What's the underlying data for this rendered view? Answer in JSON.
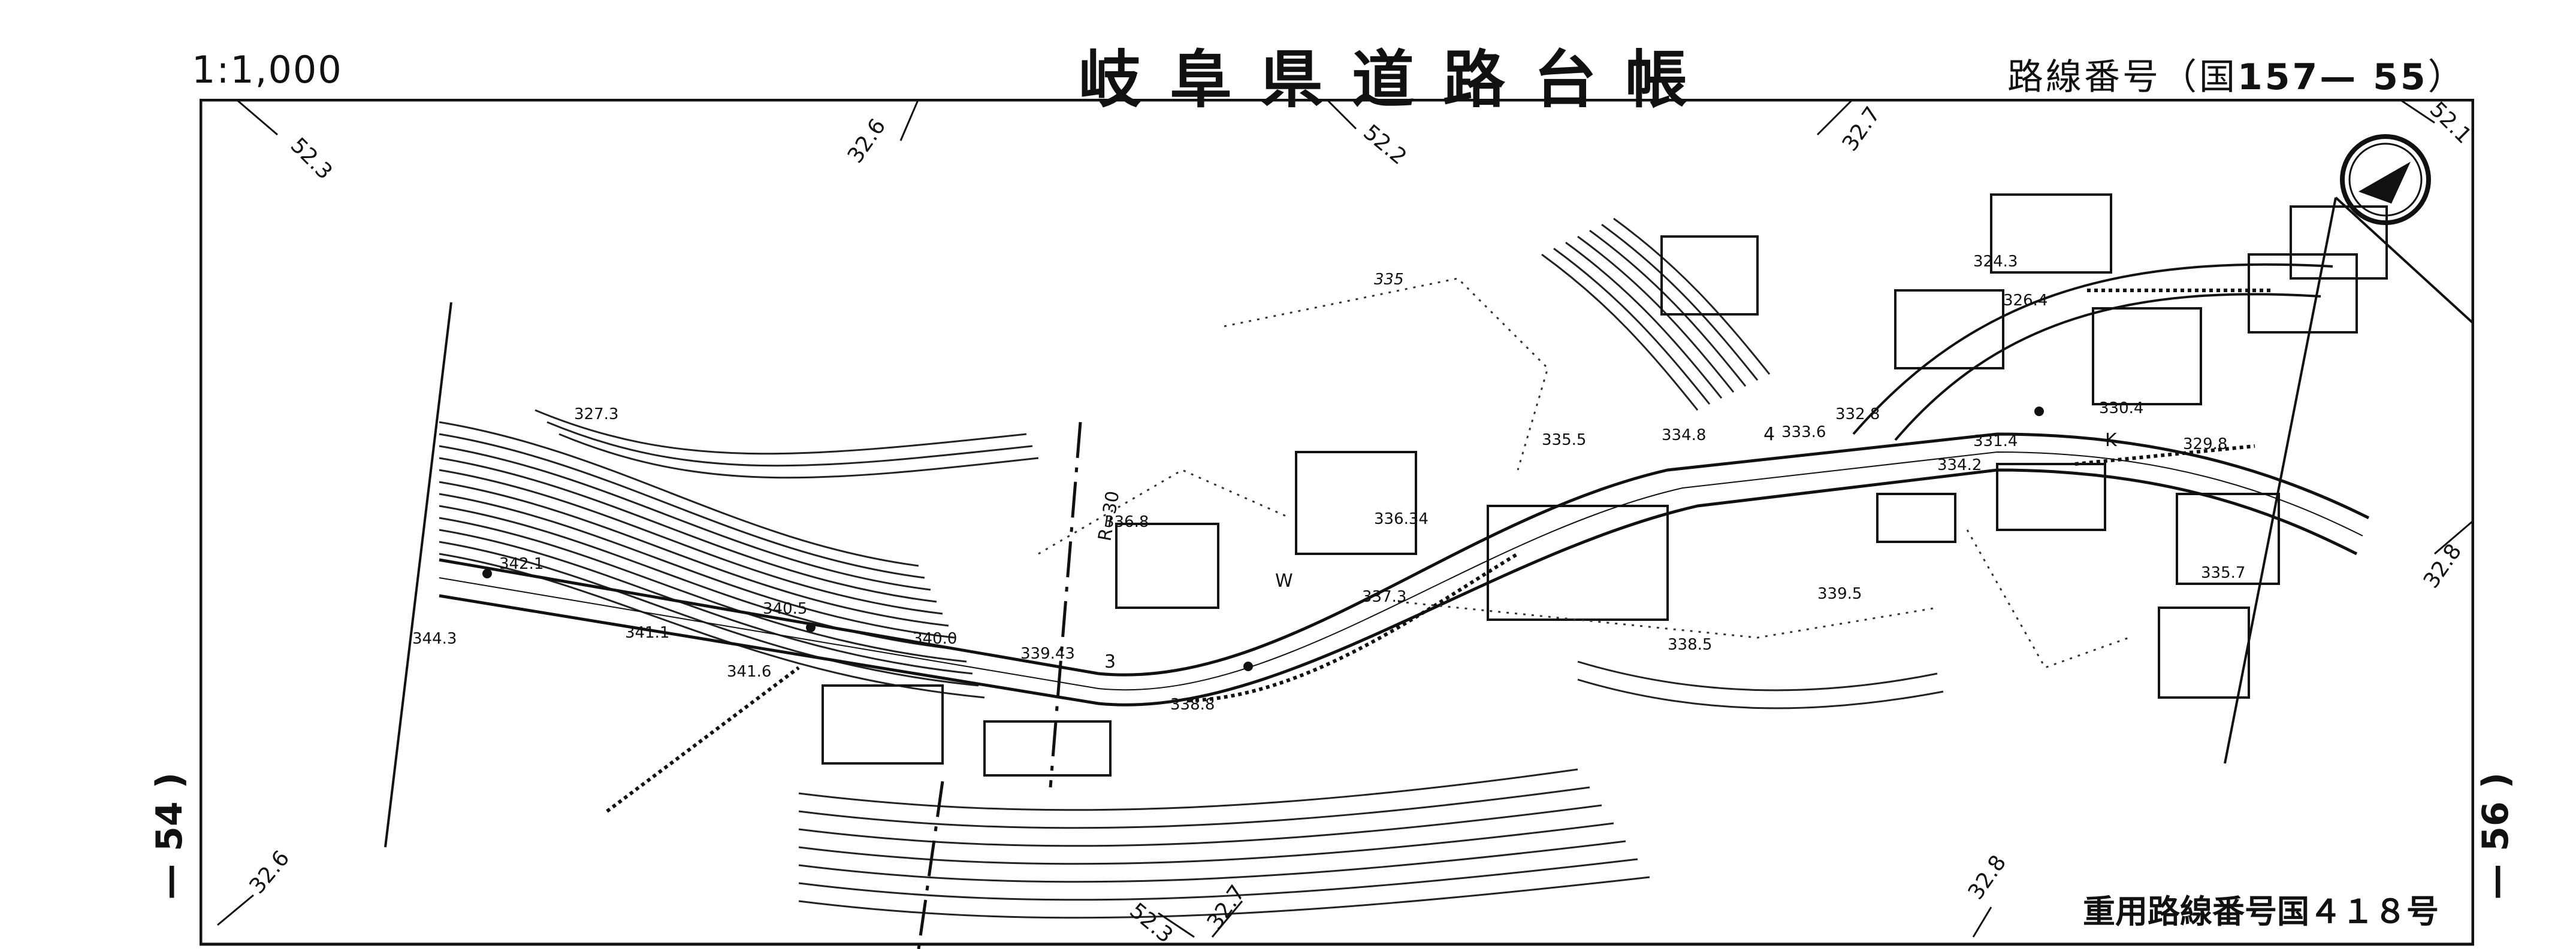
{
  "header": {
    "scale": "1:1,000",
    "title": "岐阜県道路台帳",
    "route_prefix": "路線番号（国",
    "route_number": "157— 55",
    "route_suffix": "）"
  },
  "adjacent_sheets": {
    "left": "— 54 )",
    "right": "— 56 )"
  },
  "designation": "重用路線番号国４１８号",
  "grid_ticks": [
    "52.3",
    "32.6",
    "52.2",
    "32.7",
    "52.1",
    "32.8",
    "32.6",
    "52.3",
    "32.7",
    "32.8"
  ],
  "elevations": [
    "327.3",
    "342.1",
    "341.1",
    "341.6",
    "340.5",
    "340.0",
    "339.43",
    "338.8",
    "336.8",
    "336.34",
    "337.3",
    "335.5",
    "334.8",
    "333.6",
    "332.8",
    "335",
    "324.3",
    "326.4",
    "330.4",
    "329.8",
    "331.4",
    "334.2",
    "335.7",
    "339.5",
    "338.5",
    "344.3"
  ],
  "map_labels": {
    "radius": "R=30",
    "mark_k": "K",
    "mark_w": "W",
    "mark_3": "3",
    "mark_4": "4"
  },
  "icons": {
    "north_arrow": "north-arrow-icon"
  }
}
